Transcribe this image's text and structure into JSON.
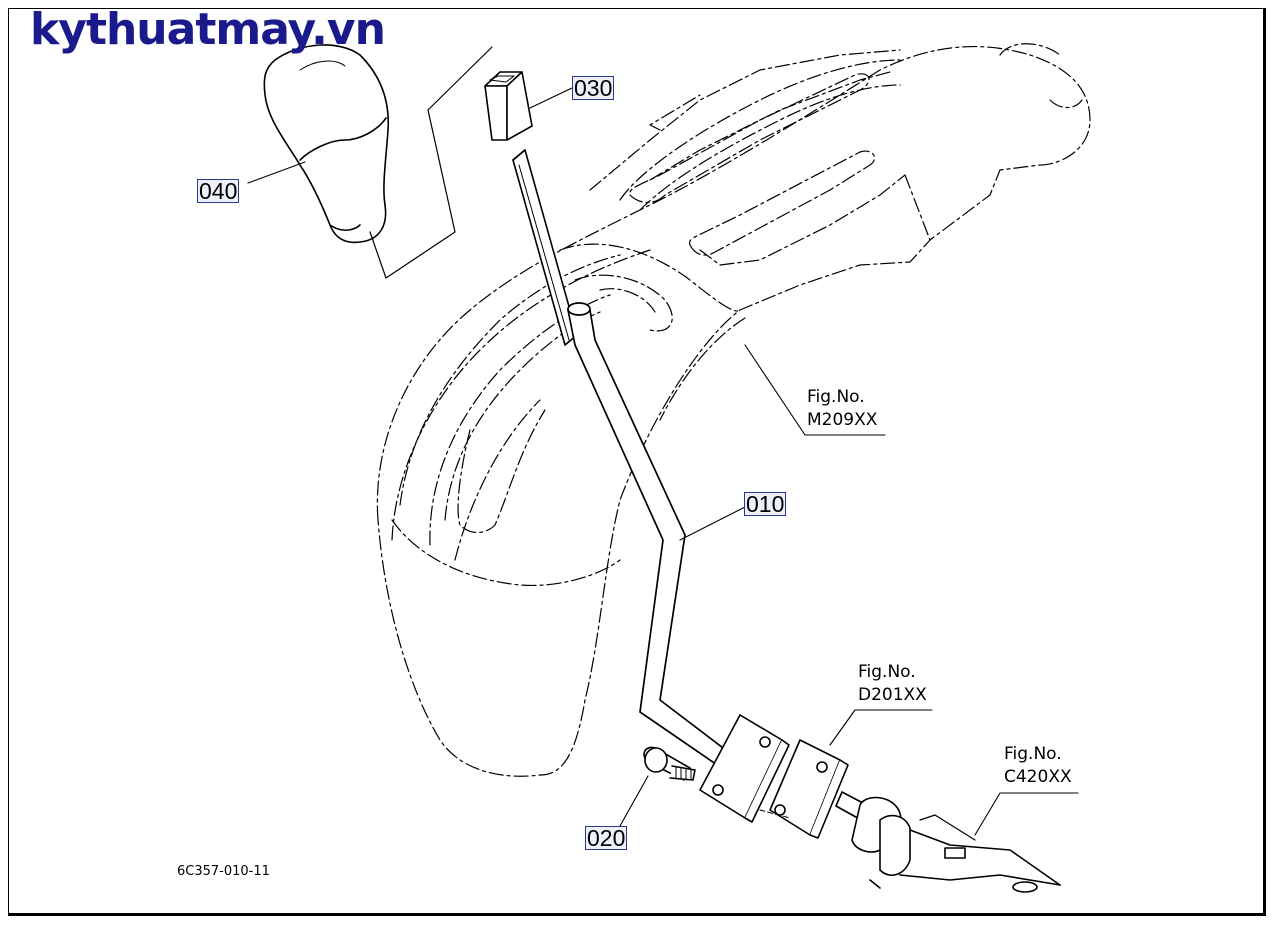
{
  "watermark": "kythuatmay.vn",
  "callouts": {
    "p010": "010",
    "p020": "020",
    "p030": "030",
    "p040": "040"
  },
  "figure_refs": {
    "m209": {
      "line1": "Fig.No.",
      "line2": "M209XX"
    },
    "d201": {
      "line1": "Fig.No.",
      "line2": "D201XX"
    },
    "c420": {
      "line1": "Fig.No.",
      "line2": "C420XX"
    }
  },
  "diagram_id": "6C357-010-11",
  "colors": {
    "ink": "#000000",
    "watermark": "#1a1a8c",
    "callout_box": "#2a3a8a"
  }
}
